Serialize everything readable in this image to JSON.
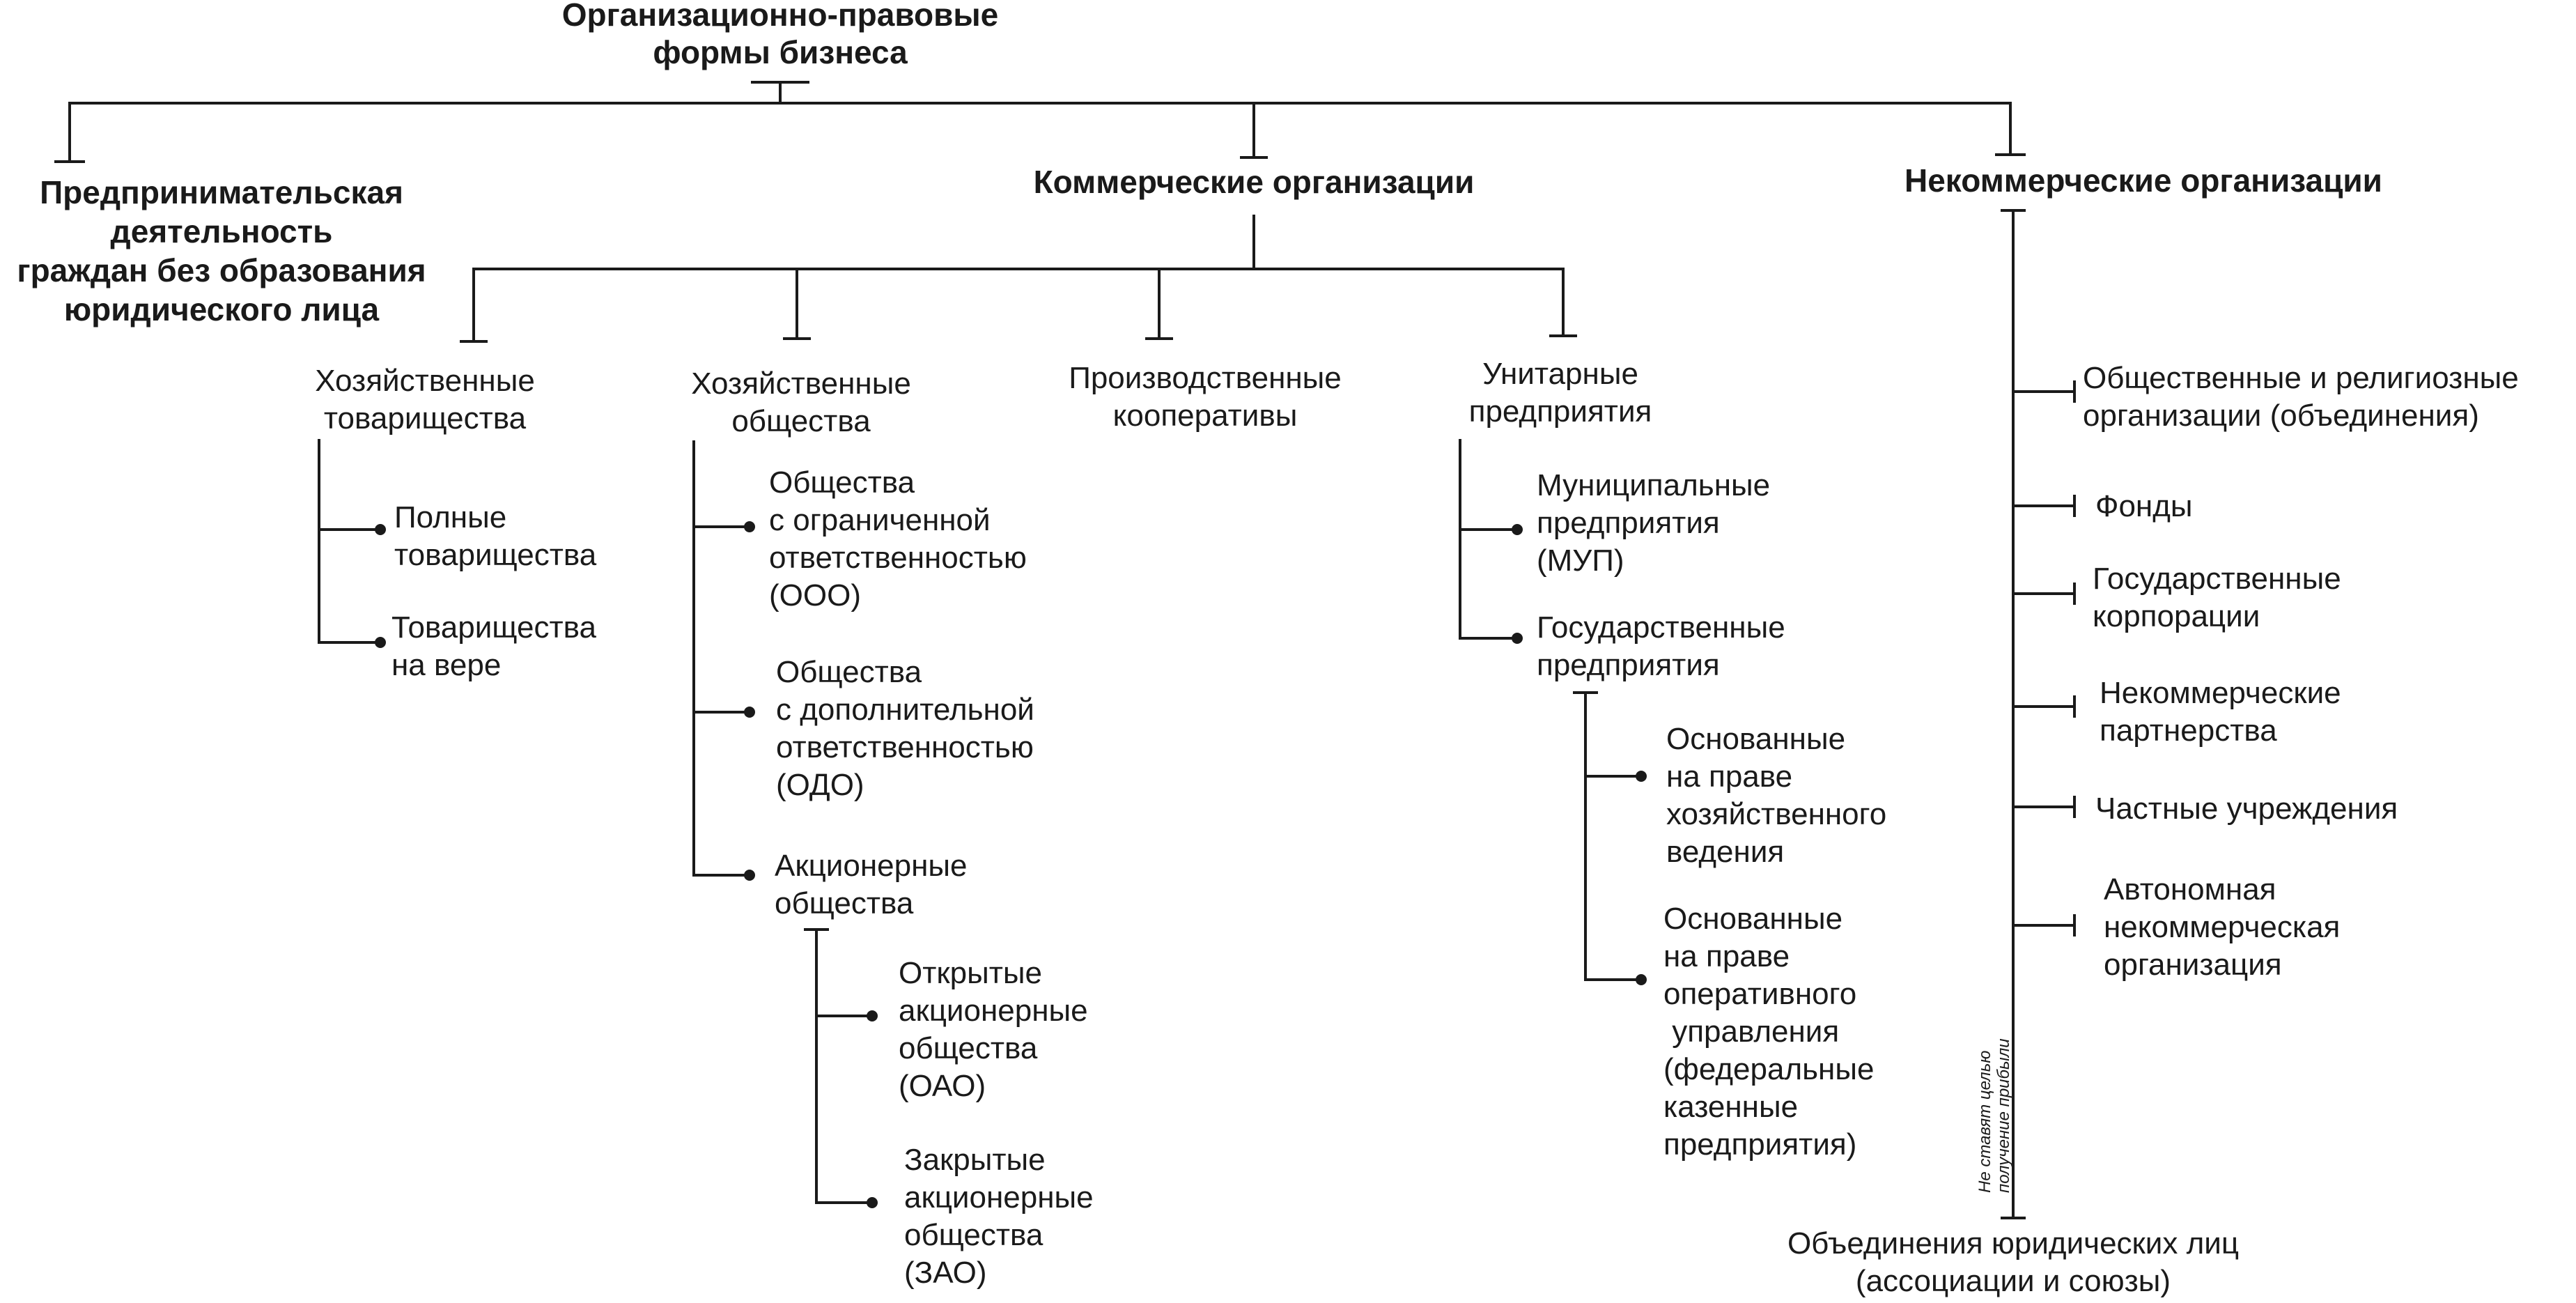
{
  "root": {
    "title": "Организационно-правовые\nформы бизнеса"
  },
  "branches": {
    "entrepreneurship": "Предпринимательская\nдеятельность\nграждан без образования\nюридического лица",
    "commercial": "Коммерческие организации",
    "noncommercial": "Некоммерческие организации"
  },
  "commercial": {
    "partnerships": {
      "label": "Хозяйственные\nтоварищества",
      "items": [
        "Полные\nтоварищества",
        "Товарищества\nна вере"
      ]
    },
    "companies": {
      "label": "Хозяйственные\nобщества",
      "items": [
        "Общества\nс ограниченной\nответственностью\n(ООО)",
        "Общества\nс дополнительной\nответственностью\n(ОДО)",
        "Акционерные\nобщества"
      ],
      "joint_stock": [
        "Открытые\nакционерные\nобщества\n(ОАО)",
        "Закрытые\nакционерные\nобщества\n(ЗАО)"
      ]
    },
    "cooperatives": {
      "label": "Производственные\nкооперативы"
    },
    "unitary": {
      "label": "Унитарные\nпредприятия",
      "items": [
        "Муниципальные\nпредприятия\n(МУП)",
        "Государственные\nпредприятия"
      ],
      "state": [
        "Основанные\nна праве\nхозяйственного\nведения",
        "Основанные\nна праве\nоперативного\n управления\n(федеральные\nказенные\nпредприятия)"
      ]
    }
  },
  "noncommercial": {
    "items": [
      "Общественные и религиозные\nорганизации (объединения)",
      "Фонды",
      "Государственные\nкорпорации",
      "Некоммерческие\nпартнерства",
      "Частные учреждения",
      "Автономная\nнекоммерческая\nорганизация"
    ],
    "associations": "Объединения юридических лиц\n(ассоциации и союзы)",
    "note": "Не ставят целью\nполучение прибыли"
  }
}
